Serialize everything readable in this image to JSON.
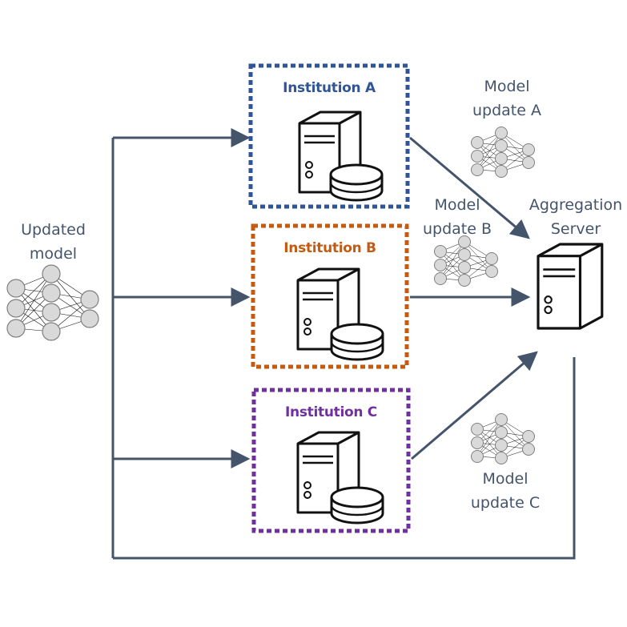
{
  "updated_model": {
    "line1": "Updated",
    "line2": "model"
  },
  "aggregation": {
    "line1": "Aggregation",
    "line2": "Server"
  },
  "institutions": [
    {
      "name": "Institution A",
      "color": "#2f5597"
    },
    {
      "name": "Institution B",
      "color": "#c55a11"
    },
    {
      "name": "Institution C",
      "color": "#7030a0"
    }
  ],
  "updates": {
    "a": {
      "line1": "Model",
      "line2": "update A"
    },
    "b": {
      "line1": "Model",
      "line2": "update B"
    },
    "c": {
      "line1": "Model",
      "line2": "update C"
    }
  },
  "colors": {
    "arrow": "#44546a",
    "text": "#44546a",
    "node_fill": "#d9d9d9",
    "node_stroke": "#7f7f7f"
  }
}
